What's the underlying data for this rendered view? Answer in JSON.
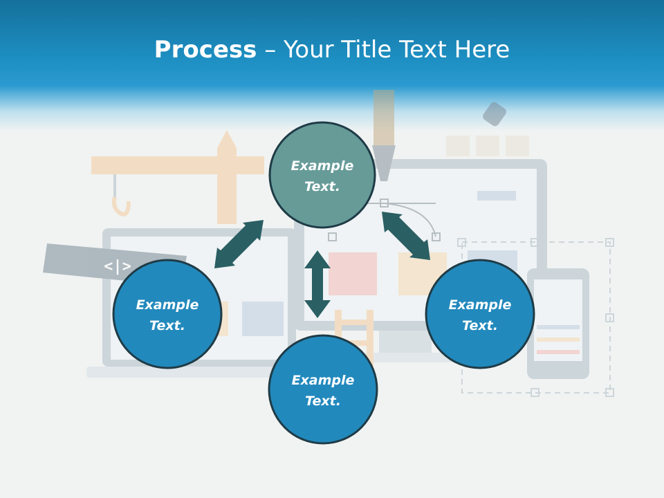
{
  "slide": {
    "title_bold": "Process",
    "title_dash": " – ",
    "title_rest": "Your Title Text Here"
  },
  "illustration": {
    "code_sign": "<|>"
  },
  "nodes": [
    {
      "id": "top",
      "line1": "Example",
      "line2": "Text."
    },
    {
      "id": "left",
      "line1": "Example",
      "line2": "Text."
    },
    {
      "id": "bottom",
      "line1": "Example",
      "line2": "Text."
    },
    {
      "id": "right",
      "line1": "Example",
      "line2": "Text."
    }
  ],
  "colors": {
    "header_dark": "#15709b",
    "header_light": "#2b9ad0",
    "node_blue": "#2289bd",
    "node_teal": "#669b98",
    "node_stroke": "#1f3b46",
    "arrow": "#2a5f63"
  }
}
